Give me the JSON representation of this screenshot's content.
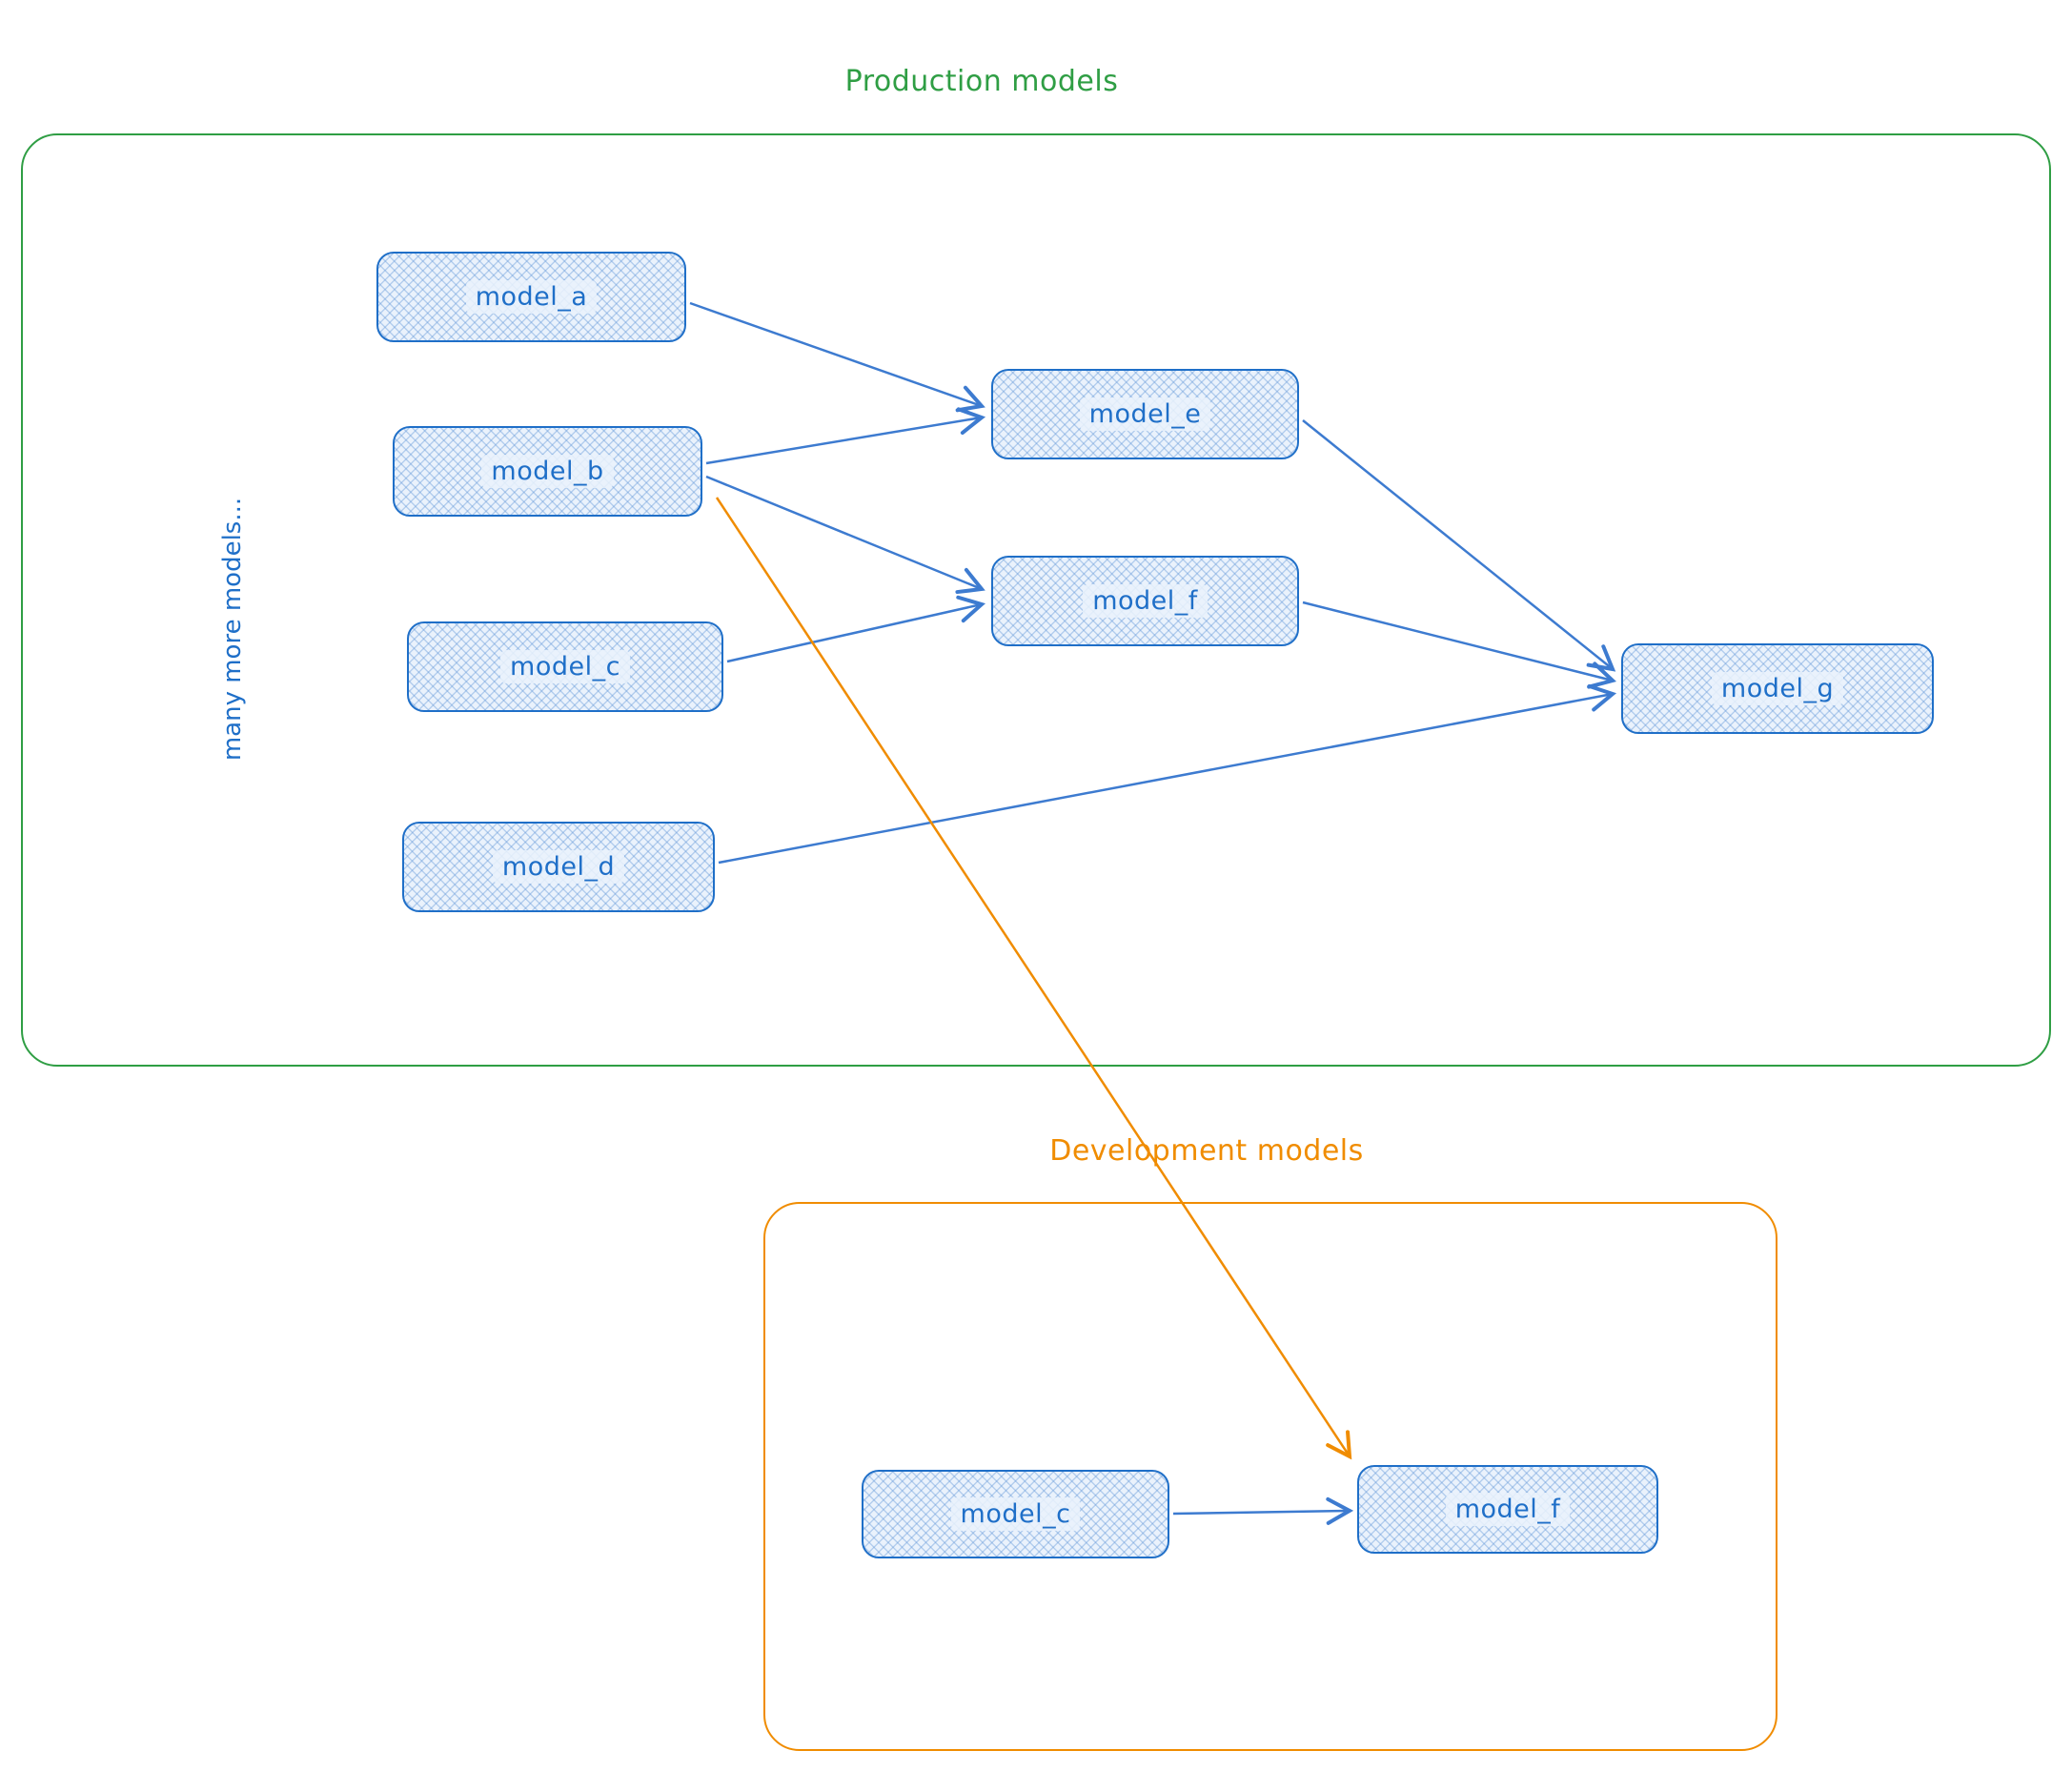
{
  "production": {
    "title": "Production models",
    "side_label": "many more models...",
    "nodes": [
      {
        "label": "model_a"
      },
      {
        "label": "model_b"
      },
      {
        "label": "model_c"
      },
      {
        "label": "model_d"
      },
      {
        "label": "model_e"
      },
      {
        "label": "model_f"
      },
      {
        "label": "model_g"
      }
    ]
  },
  "development": {
    "title": "Development models",
    "nodes": [
      {
        "label": "model_c"
      },
      {
        "label": "model_f"
      }
    ]
  },
  "edges": [
    {
      "from": "production.model_a",
      "to": "production.model_e",
      "color": "blue"
    },
    {
      "from": "production.model_b",
      "to": "production.model_e",
      "color": "blue"
    },
    {
      "from": "production.model_b",
      "to": "production.model_f",
      "color": "blue"
    },
    {
      "from": "production.model_c",
      "to": "production.model_f",
      "color": "blue"
    },
    {
      "from": "production.model_e",
      "to": "production.model_g",
      "color": "blue"
    },
    {
      "from": "production.model_f",
      "to": "production.model_g",
      "color": "blue"
    },
    {
      "from": "production.model_d",
      "to": "production.model_g",
      "color": "blue"
    },
    {
      "from": "production.model_b",
      "to": "development.model_f",
      "color": "orange"
    },
    {
      "from": "development.model_c",
      "to": "development.model_f",
      "color": "blue"
    }
  ],
  "colors": {
    "production_outline": "#2f9e44",
    "development_outline": "#f08c00",
    "node_stroke": "#1f6fc8",
    "node_fill": "#eaf2fc",
    "node_text": "#1f6fc8",
    "arrow_blue": "#3d7bd0",
    "arrow_orange": "#f08c00"
  }
}
